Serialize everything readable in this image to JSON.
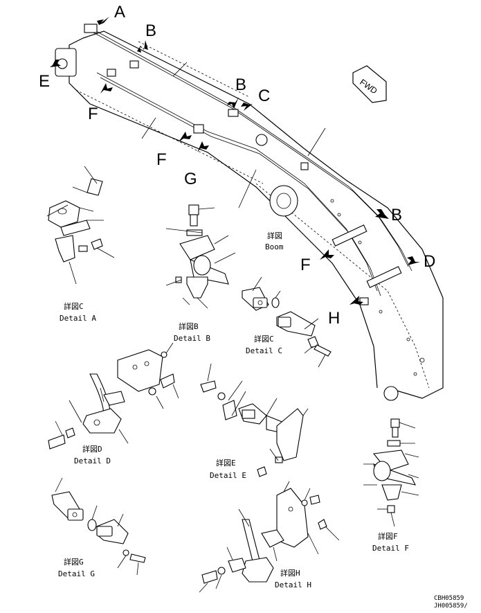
{
  "callouts": {
    "a_top": "A",
    "b_top": "B",
    "e_left": "E",
    "f_left": "F",
    "b_mid": "B",
    "c_mid": "C",
    "f_mid": "F",
    "g_mid": "G",
    "b_right": "B",
    "d_right": "D",
    "f_right": "F",
    "h_right": "H"
  },
  "fwd_label": "FWD",
  "boom": {
    "jp": "詳図",
    "en": "Boom"
  },
  "details": {
    "a": {
      "jp": "詳図C",
      "en": "Detail A"
    },
    "b": {
      "jp": "詳図B",
      "en": "Detail B"
    },
    "c": {
      "jp": "詳図C",
      "en": "Detail C"
    },
    "d": {
      "jp": "詳図D",
      "en": "Detail D"
    },
    "e": {
      "jp": "詳図E",
      "en": "Detail E"
    },
    "f": {
      "jp": "詳図F",
      "en": "Detail F"
    },
    "g": {
      "jp": "詳図G",
      "en": "Detail G"
    },
    "h": {
      "jp": "詳図H",
      "en": "Detail H"
    }
  },
  "codes": {
    "line1": "CBH05859",
    "line2": "JH005859/"
  }
}
